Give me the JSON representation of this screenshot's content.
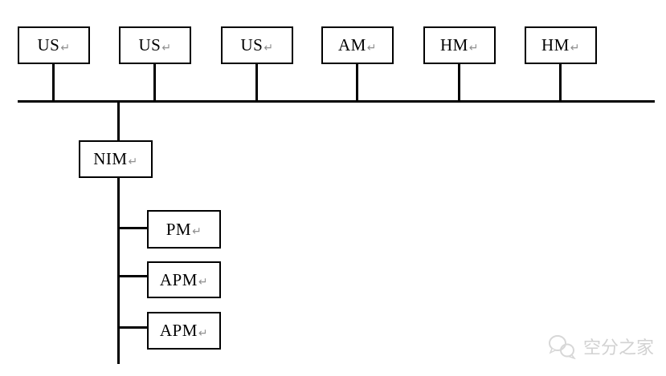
{
  "diagram": {
    "bus_nodes": [
      {
        "label": "US"
      },
      {
        "label": "US"
      },
      {
        "label": "US"
      },
      {
        "label": "AM"
      },
      {
        "label": "HM"
      },
      {
        "label": "HM"
      }
    ],
    "controller_node": {
      "label": "NIM"
    },
    "branch_nodes": [
      {
        "label": "PM"
      },
      {
        "label": "APM"
      },
      {
        "label": "APM"
      }
    ],
    "return_mark": "↵",
    "line_color": "#000000",
    "box_border_color": "#000000",
    "label_color": "#000000",
    "return_mark_color": "#8f8f8f"
  },
  "watermark": {
    "text": "空分之家",
    "color": "#d2d2d2"
  }
}
